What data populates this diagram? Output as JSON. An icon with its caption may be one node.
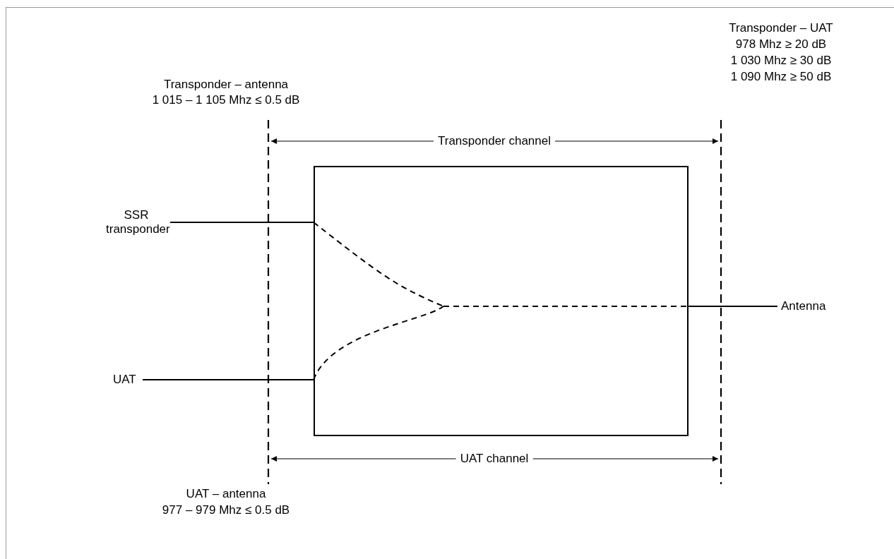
{
  "diagram": {
    "nodes": [
      {
        "text": [],
        "shape": "box"
      },
      {
        "text": [
          "SSR transponder"
        ]
      },
      {
        "text": [
          "UAT"
        ]
      },
      {
        "text": [
          "Antenna"
        ]
      }
    ],
    "edges": [
      {
        "from": 1,
        "to": 0,
        "arrow": "none"
      },
      {
        "from": 2,
        "to": 0,
        "arrow": "none"
      },
      {
        "from": 0,
        "to": 3,
        "arrow": "none"
      }
    ],
    "labels": [
      "Transponder – antenna",
      "1 015 – 1 105 Mhz ≤ 0.5 dB",
      "Transponder – UAT",
      "978 Mhz ≥ 20 dB",
      "1 030 Mhz ≥ 30 dB",
      "1 090 Mhz ≥ 50 dB",
      "Transponder channel",
      "UAT channel",
      "UAT – antenna",
      "977 – 979 Mhz ≤ 0.5 dB"
    ]
  }
}
